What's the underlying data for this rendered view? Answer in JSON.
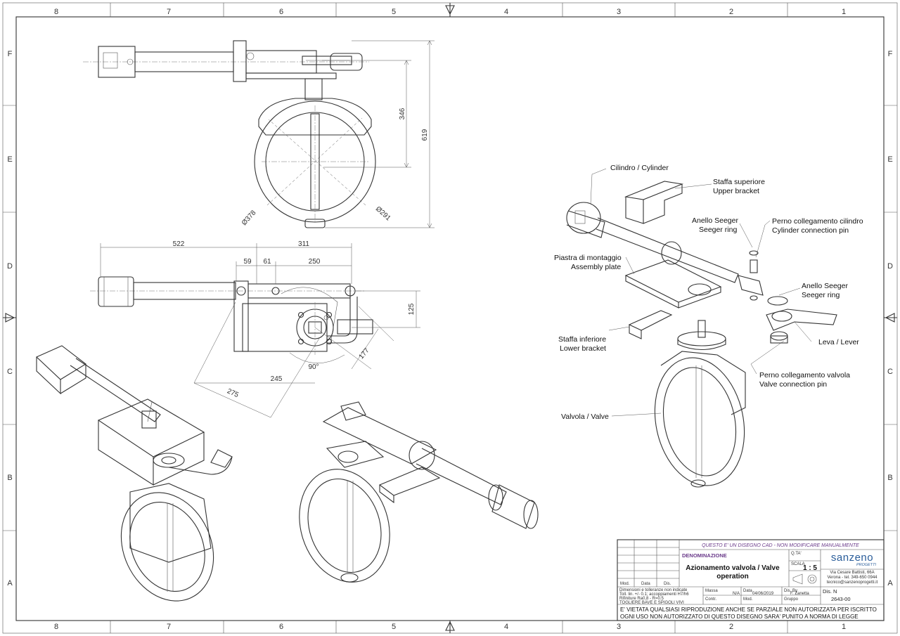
{
  "zones": {
    "columns": [
      "8",
      "7",
      "6",
      "5",
      "4",
      "3",
      "2",
      "1"
    ],
    "rows": [
      "F",
      "E",
      "D",
      "C",
      "B",
      "A"
    ]
  },
  "dimensions": {
    "d346": "346",
    "d619": "619",
    "d378": "Ø378",
    "d291": "Ø291",
    "d522": "522",
    "d311": "311",
    "d59": "59",
    "d61": "61",
    "d250": "250",
    "d125": "125",
    "d177": "177",
    "d90": "90°",
    "d245": "245",
    "d275": "275"
  },
  "callouts": {
    "cylinder": "Cilindro / Cylinder",
    "upper_bracket_it": "Staffa superiore",
    "upper_bracket_en": "Upper bracket",
    "seeger1_it": "Anello Seeger",
    "seeger1_en": "Seeger ring",
    "cyl_pin_it": "Perno collegamento cilindro",
    "cyl_pin_en": "Cylinder connection pin",
    "plate_it": "Piastra di montaggio",
    "plate_en": "Assembly plate",
    "seeger2_it": "Anello Seeger",
    "seeger2_en": "Seeger ring",
    "lower_bracket_it": "Staffa inferiore",
    "lower_bracket_en": "Lower bracket",
    "lever": "Leva / Lever",
    "valve_pin_it": "Perno collegamento valvola",
    "valve_pin_en": "Valve connection pin",
    "valve": "Valvola / Valve"
  },
  "title_block": {
    "cad_notice": "QUESTO E' UN DISEGNO CAD - NON MODIFICARE MANUALMENTE",
    "denominazione_label": "DENOMINAZIONE",
    "title_line1": "Azionamento valvola / Valve",
    "title_line2": "operation",
    "qty_label": "Q.TA'",
    "scale_label": "SCALA",
    "scale_value": "1 : 5",
    "brand": "sanzeno",
    "brand_sub": "PROGETTI",
    "address1": "Via Cesare Battisti, 66A",
    "address2": "Verona - tel. 349-650 0944",
    "address3": "tecnico@sanzenoprogetti.it",
    "dis_n_label": "Dis. N",
    "drawing_number": "2643-00",
    "mod_label": "Mod.",
    "data_label": "Data",
    "dis_label": "Dis.",
    "tolerance1": "Dimensioni e tolleranze non indicate",
    "tolerance2": "Toll. lin. +/- 0.1; accoppiamenti H7/h6",
    "tolerance3": "Rifiniture Ra0,8 - R=0.5",
    "tolerance4": "TOGLIERE BAVE E SPIGOLI VIVI",
    "massa_label": "Massa",
    "massa_value": "N/A",
    "data2_label": "Data",
    "date_value": "04/06/2019",
    "dis_by_label": "Dis. By",
    "designer": "F. Zanetta",
    "contr_label": "Contr.",
    "mod2_label": "Mod.",
    "gruppo_label": "Gruppo",
    "legal1": "E' VIETATA QUALSIASI RIPRODUZIONE ANCHE SE PARZIALE NON AUTORIZZATA PER ISCRITTO",
    "legal2": "OGNI USO NON AUTORIZZATO DI QUESTO DISEGNO SARA' PUNITO A NORMA DI LEGGE"
  }
}
